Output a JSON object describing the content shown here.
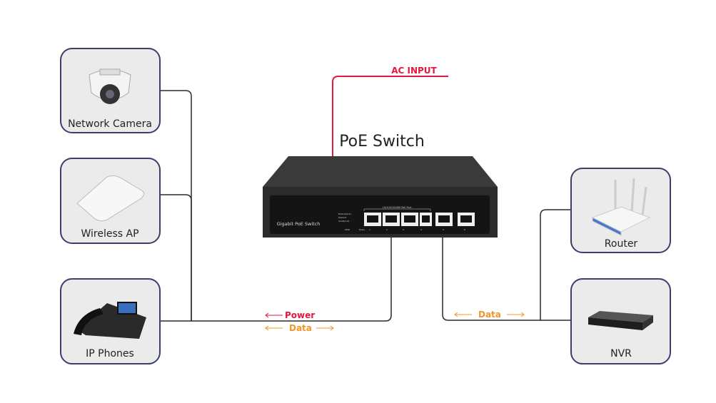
{
  "switch": {
    "title": "PoE Switch",
    "panel_label": "Gigabit PoE Switch",
    "port_group_label": "10/100/1000M PoE Port",
    "mode_labels": [
      "Extend(3-4)",
      "Default",
      "VLAN(1-6)"
    ],
    "led_labels": [
      "PWR",
      "Mode",
      "1",
      "2",
      "3",
      "4",
      "5",
      "6"
    ]
  },
  "power_input": {
    "label": "AC INPUT",
    "color": "#e5173f"
  },
  "devices": [
    {
      "label": "Network Camera",
      "icon": "dome-camera-icon"
    },
    {
      "label": "Wireless AP",
      "icon": "access-point-icon"
    },
    {
      "label": "IP Phones",
      "icon": "ip-phone-icon"
    },
    {
      "label": "Router",
      "icon": "router-icon"
    },
    {
      "label": "NVR",
      "icon": "nvr-icon"
    }
  ],
  "flows": {
    "power": "Power",
    "data_left": "Data",
    "data_right": "Data"
  },
  "colors": {
    "power": "#e5173f",
    "data": "#f0962a",
    "box_border": "#3b3f6b",
    "box_fill": "#ebebeb",
    "switch": "#2b2b2b"
  }
}
